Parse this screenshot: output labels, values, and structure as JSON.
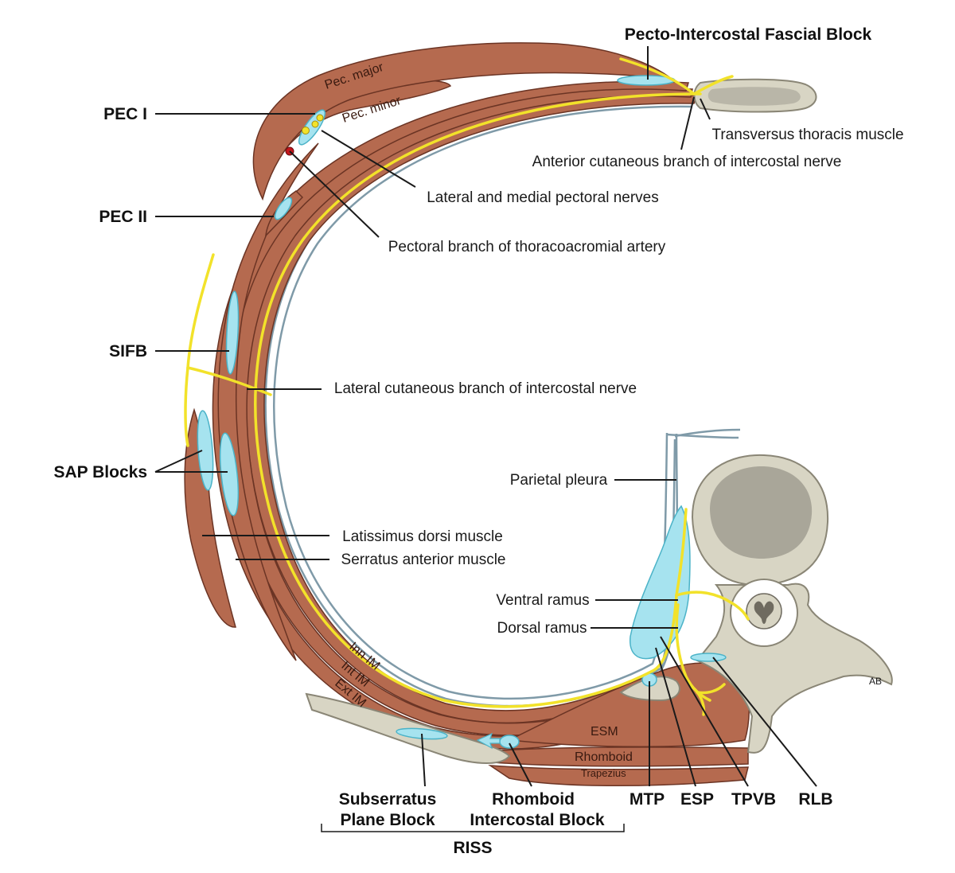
{
  "colors": {
    "muscle": "#b56a4f",
    "muscle_edge": "#6b3424",
    "bone": "#d8d5c4",
    "bone_edge": "#8a8676",
    "bone_inner": "#a9a699",
    "block": "#a6e3ef",
    "block_edge": "#4bb3c8",
    "nerve": "#f2e22a",
    "nerve_edge": "#a68f0e",
    "pleura": "#7f9aa8",
    "artery": "#c4161c"
  },
  "labels": {
    "pecto_block": "Pecto-Intercostal Fascial Block",
    "transversus": "Transversus thoracis muscle",
    "anterior_cutaneous": "Anterior cutaneous branch of intercostal nerve",
    "pec1": "PEC I",
    "pec2": "PEC II",
    "pectoral_nerves": "Lateral and medial pectoral nerves",
    "pectoral_artery": "Pectoral branch of thoracoacromial artery",
    "sifb": "SIFB",
    "lateral_cutaneous": "Lateral cutaneous branch of intercostal nerve",
    "sap": "SAP Blocks",
    "parietal_pleura": "Parietal pleura",
    "latissimus": "Latissimus dorsi muscle",
    "serratus": "Serratus anterior muscle",
    "ventral_ramus": "Ventral ramus",
    "dorsal_ramus": "Dorsal ramus",
    "subserratus_1": "Subserratus",
    "subserratus_2": "Plane Block",
    "rhomboid_block_1": "Rhomboid",
    "rhomboid_block_2": "Intercostal Block",
    "mtp": "MTP",
    "esp": "ESP",
    "tpvb": "TPVB",
    "rlb": "RLB",
    "riss": "RISS",
    "ab": "AB"
  },
  "muscles": {
    "pec_major": "Pec. major",
    "pec_minor": "Pec. minor",
    "inn_im": "Inn IM",
    "int_im": "Int IM",
    "ext_im": "Ext IM",
    "esm": "ESM",
    "rhomboid": "Rhomboid",
    "trapezius": "Trapezius"
  }
}
